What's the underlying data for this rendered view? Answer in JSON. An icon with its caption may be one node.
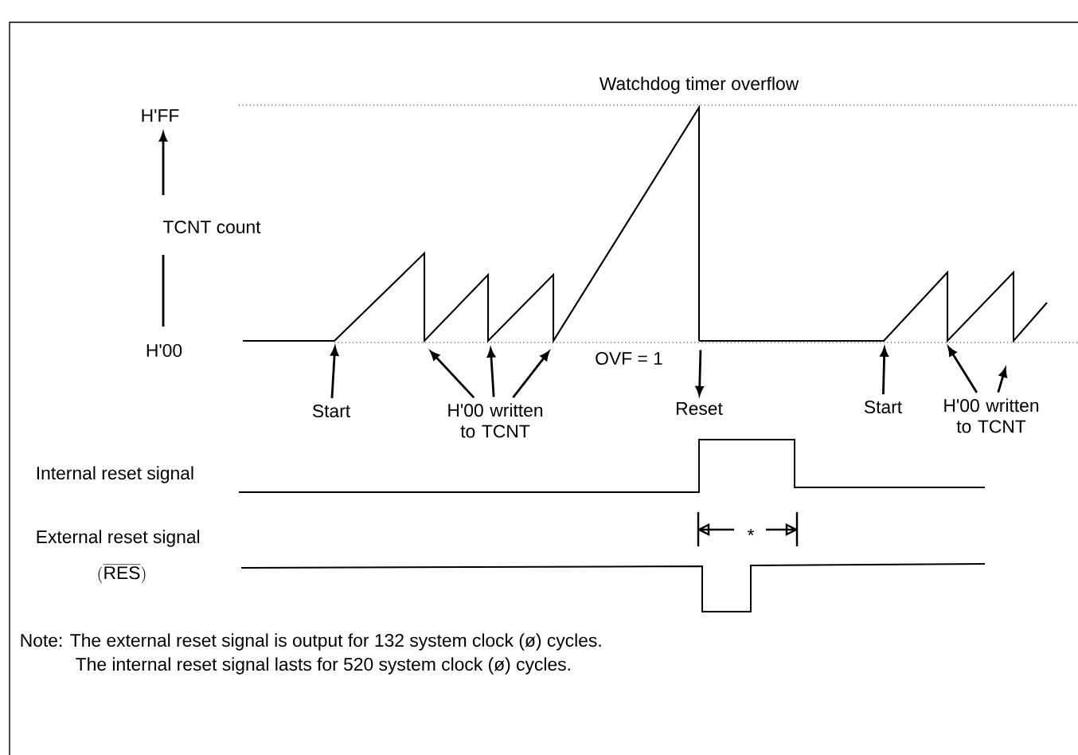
{
  "diagram": {
    "nodes": [
      {
        "text": [
          "Start"
        ]
      },
      {
        "text": [
          "H'00 written to TCNT"
        ]
      },
      {
        "text": [
          "Reset"
        ]
      },
      {
        "text": [
          "Start"
        ]
      },
      {
        "text": [
          "H'00 written to TCNT"
        ]
      }
    ],
    "edges": [
      {
        "from": 0,
        "to": null,
        "arrow": "to"
      },
      {
        "from": 1,
        "to": null,
        "arrow": "to"
      },
      {
        "from": 1,
        "to": null,
        "arrow": "to"
      },
      {
        "from": 1,
        "to": null,
        "arrow": "to"
      },
      {
        "from": null,
        "to": 2,
        "arrow": "to"
      },
      {
        "from": 3,
        "to": null,
        "arrow": "to"
      },
      {
        "from": 4,
        "to": null,
        "arrow": "to"
      },
      {
        "from": 4,
        "to": null,
        "arrow": "to"
      }
    ],
    "labels": [
      "Watchdog timer overflow",
      "H'FF",
      "TCNT count",
      "H'00",
      "OVF = 1",
      "Internal reset signal",
      "*",
      "External reset signal",
      "(\\overline{\\mathrm{RES}})",
      "Note: The external reset signal is output for 132 system clock (ø) cycles.",
      "The internal reset signal lasts for 520 system clock (ø) cycles."
    ]
  }
}
